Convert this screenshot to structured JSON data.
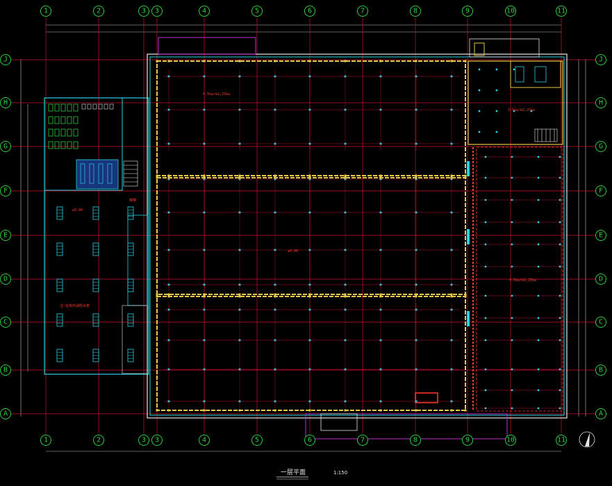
{
  "drawing": {
    "title": "一层平面",
    "scale": "1:150",
    "colors": {
      "background": "#000000",
      "axis": "#d01030",
      "bubble": "#2ecc40",
      "wall": "#e8c84a",
      "cyan": "#27d3e6",
      "column": "#27d3e6",
      "text": "#ff3b30",
      "dim": "#c0c0c0",
      "white": "#e6e6e6"
    }
  },
  "axes": {
    "top": [
      "1",
      "2",
      "3",
      "4",
      "5",
      "6",
      "7",
      "8",
      "9",
      "10",
      "11"
    ],
    "top_extra": "3",
    "bottom": [
      "1",
      "2",
      "3",
      "4",
      "5",
      "6",
      "7",
      "8",
      "9",
      "10",
      "11"
    ],
    "left": [
      "J",
      "H",
      "G",
      "F",
      "E",
      "D",
      "C",
      "B",
      "A"
    ],
    "right": [
      "J",
      "H",
      "G",
      "F",
      "E",
      "D",
      "C",
      "B",
      "A"
    ]
  },
  "labels": {
    "area_upper": "4.5kw/m2,25kw",
    "area_right_upper": "3.5kw/m2,25kw",
    "area_right_lower": "4.5kw/m2,25kw",
    "center_elev": "±0.00",
    "left_elev": "±0.00",
    "red_note": "注:仓库内消防水管",
    "stair_note": "楼梯"
  }
}
